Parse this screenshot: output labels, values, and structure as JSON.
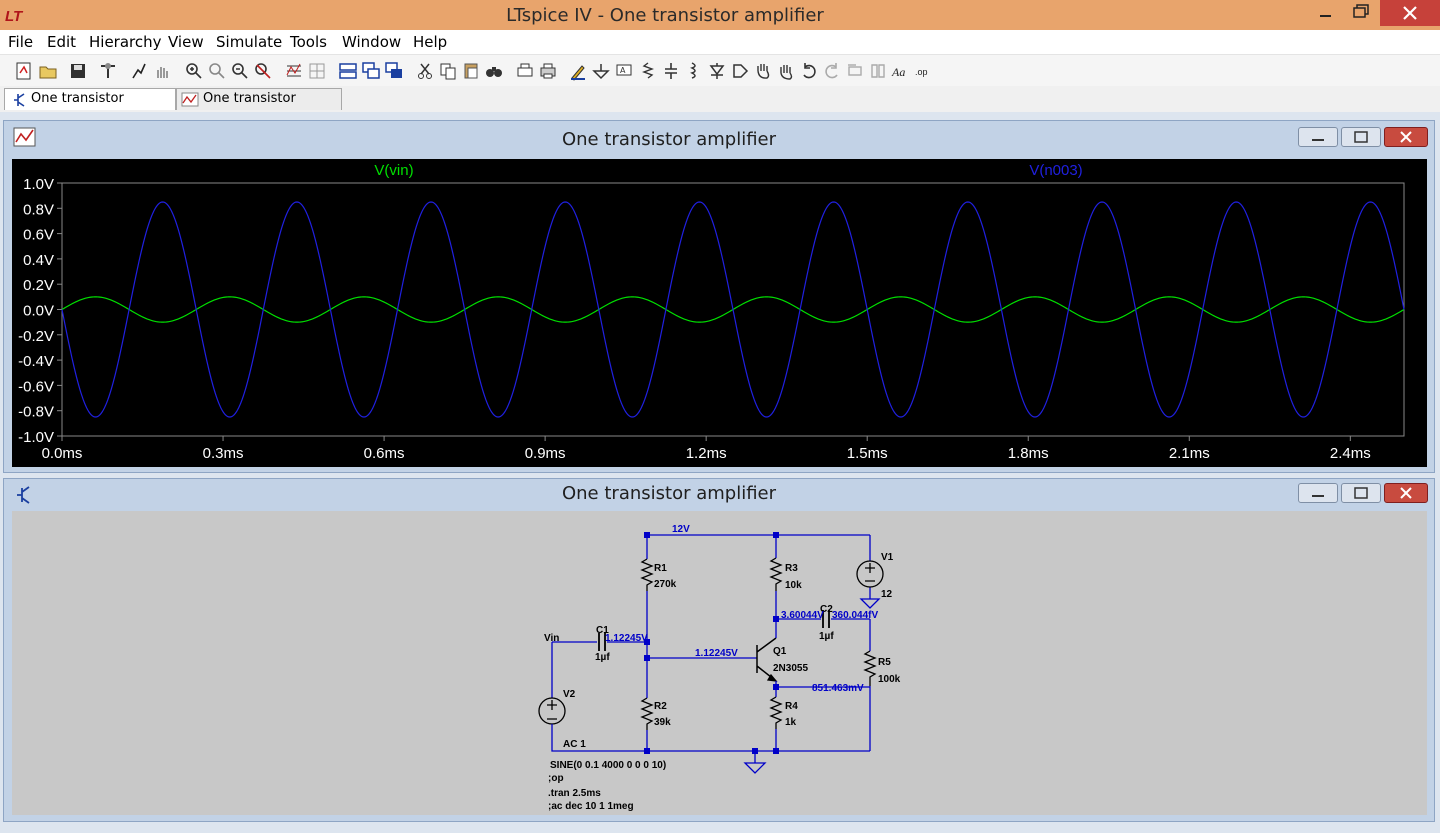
{
  "window": {
    "title": "LTspice IV - One transistor amplifier",
    "logo": "LT"
  },
  "menu": [
    "File",
    "Edit",
    "Hierarchy",
    "View",
    "Simulate",
    "Tools",
    "Window",
    "Help"
  ],
  "tabs": [
    {
      "label": "One transistor amplifier",
      "icon": "schematic-icon",
      "active": true
    },
    {
      "label": "One transistor amplifier",
      "icon": "waveform-icon",
      "active": false
    }
  ],
  "plot_window": {
    "title": "One transistor amplifier"
  },
  "schematic_window": {
    "title": "One transistor amplifier"
  },
  "colors": {
    "vin": "#00e000",
    "vout": "#2020e0",
    "wire": "#0000c8",
    "background": "#000000"
  },
  "chart_data": {
    "type": "line",
    "xlabel": "",
    "ylabel": "",
    "xlim": [
      0,
      2.5
    ],
    "ylim": [
      -1.0,
      1.0
    ],
    "xticks": [
      "0.0ms",
      "0.3ms",
      "0.6ms",
      "0.9ms",
      "1.2ms",
      "1.5ms",
      "1.8ms",
      "2.1ms",
      "2.4ms"
    ],
    "xtick_values": [
      0,
      0.3,
      0.6,
      0.9,
      1.2,
      1.5,
      1.8,
      2.1,
      2.4
    ],
    "yticks": [
      "1.0V",
      "0.8V",
      "0.6V",
      "0.4V",
      "0.2V",
      "0.0V",
      "-0.2V",
      "-0.4V",
      "-0.6V",
      "-0.8V",
      "-1.0V"
    ],
    "ytick_values": [
      1.0,
      0.8,
      0.6,
      0.4,
      0.2,
      0.0,
      -0.2,
      -0.4,
      -0.6,
      -0.8,
      -1.0
    ],
    "series": [
      {
        "name": "V(vin)",
        "amplitude": 0.1,
        "frequency_hz": 4000,
        "phase": "sine"
      },
      {
        "name": "V(n003)",
        "amplitude": 0.85,
        "frequency_hz": 4000,
        "phase": "inverted"
      }
    ]
  },
  "schematic": {
    "labels": {
      "supply_net": "12V",
      "r1": "R1",
      "r1_val": "270k",
      "r2": "R2",
      "r2_val": "39k",
      "r3": "R3",
      "r3_val": "10k",
      "r4": "R4",
      "r4_val": "1k",
      "r5": "R5",
      "r5_val": "100k",
      "c1": "C1",
      "c1_val": "1µf",
      "c2": "C2",
      "c2_val": "1µf",
      "q1": "Q1",
      "q1_model": "2N3055",
      "v1": "V1",
      "v1_val": "12",
      "v2": "V2",
      "v2_val": "AC 1",
      "vin": "Vin",
      "node_c1": "1.12245V",
      "node_base": "1.12245V",
      "node_collector": "3.60044V",
      "node_out": "360.044fV",
      "node_emitter": "851.463mV"
    },
    "directives": [
      "SINE(0 0.1 4000 0 0 0 10)",
      ";op",
      ".tran 2.5ms",
      ";ac dec 10 1 1meg"
    ]
  }
}
